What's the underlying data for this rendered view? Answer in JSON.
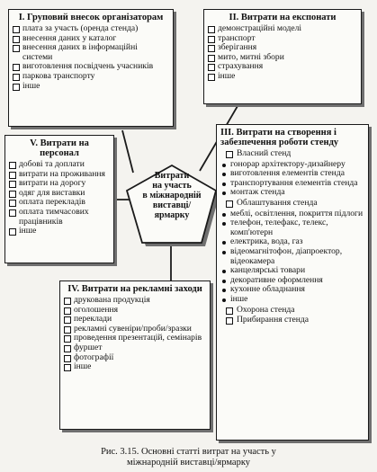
{
  "center": {
    "lines": [
      "Витрати",
      "на участь",
      "в міжнародній",
      "виставці/",
      "ярмарку"
    ]
  },
  "box1": {
    "title": "І. Груповий внесок організаторам",
    "items": [
      "плата за участь (оренда стенда)",
      "внесення даних у каталог",
      "внесення даних в інформаційні системи",
      "виготовлення посвідчень учасників",
      "паркова транспорту",
      "інше"
    ]
  },
  "box2": {
    "title": "ІІ. Витрати на експонати",
    "items": [
      "демонстраційні моделі",
      "транспорт",
      "зберігання",
      "мито, митні збори",
      "страхування",
      "інше"
    ]
  },
  "box3": {
    "title": "ІІІ. Витрати на створення і забезпечення роботи стенду",
    "sections": [
      {
        "label": "Власний стенд",
        "bullets": [
          "гонорар архітектору-дизайнеру",
          "виготовлення елементів стенда",
          "транспортування елементів стенда",
          "монтаж стенда"
        ]
      },
      {
        "label": "Облаштування стенда",
        "bullets": [
          "меблі, освітлення, покриття підлоги",
          "телефон, телефакс, телекс, комп'ютерн",
          "електрика, вода, газ",
          "відеомагнітофон, діапроектор, відеокамера",
          "канцелярські товари",
          "декоративне оформлення",
          "кухонне обладнання",
          "інше"
        ]
      },
      {
        "label": "Охорона стенда",
        "bullets": []
      },
      {
        "label": "Прибирання стенда",
        "bullets": []
      }
    ]
  },
  "box4": {
    "title": "IV. Витрати на рекламні заходи",
    "items": [
      "друкована продукція",
      "оголошення",
      "переклади",
      "рекламні сувеніри/проби/зразки",
      "проведення презентацій, семінарів",
      "фуршет",
      "фотографії",
      "інше"
    ]
  },
  "box5": {
    "title": "V. Витрати на персонал",
    "items": [
      "добові та доплати",
      "витрати на проживання",
      "витрати на дорогу",
      "одяг для виставки",
      "оплата перекладів",
      "оплата тимчасових працівників",
      "інше"
    ]
  },
  "caption": {
    "line1": "Рис. 3.15. Основні статті витрат на участь у",
    "line2": "міжнародній виставці/ярмарку"
  }
}
